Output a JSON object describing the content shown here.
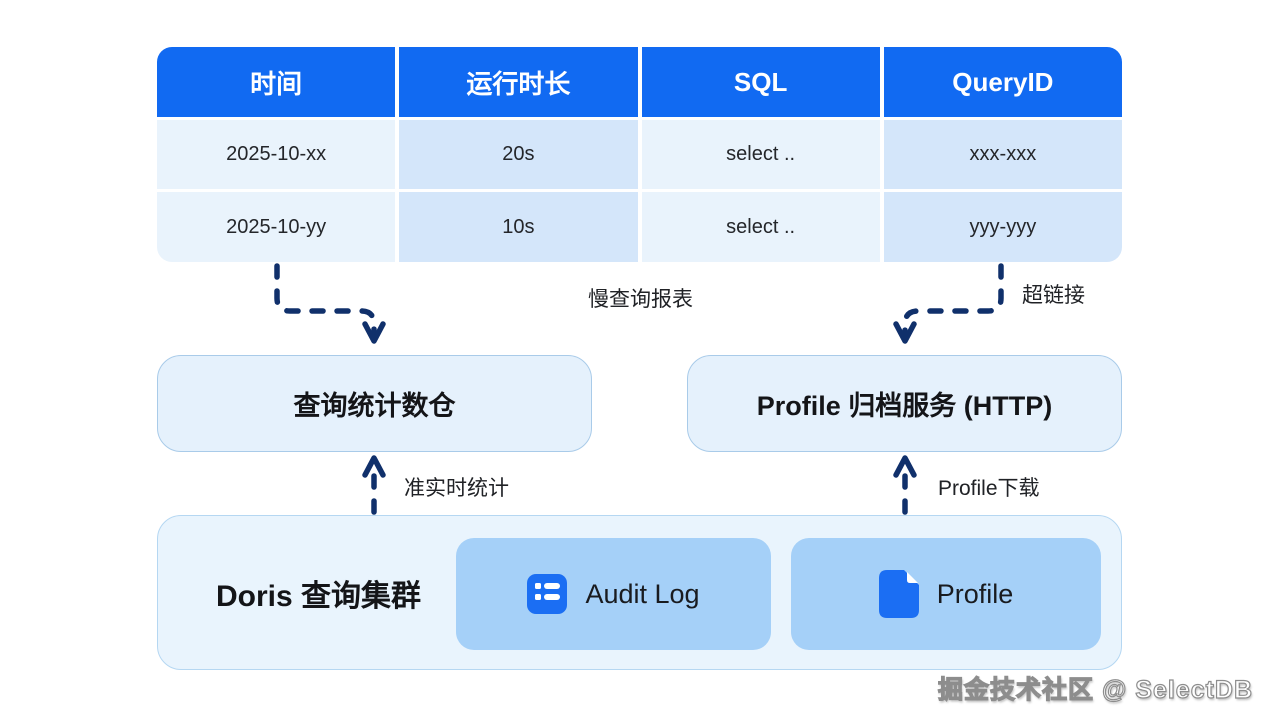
{
  "table": {
    "columns": [
      "时间",
      "运行时长",
      "SQL",
      "QueryID"
    ],
    "rows": [
      [
        "2025-10-xx",
        "20s",
        "select ..",
        "xxx-xxx"
      ],
      [
        "2025-10-yy",
        "10s",
        "select ..",
        "yyy-yyy"
      ]
    ]
  },
  "labels": {
    "slow_query_report": "慢查询报表",
    "hyperlink": "超链接",
    "near_realtime_stats": "准实时统计",
    "profile_download": "Profile下载"
  },
  "nodes": {
    "stats_warehouse": "查询统计数仓",
    "profile_archive": "Profile 归档服务 (HTTP)",
    "doris_cluster": "Doris 查询集群",
    "audit_log": "Audit Log",
    "profile": "Profile"
  },
  "icons": {
    "audit_log": "list-icon",
    "profile": "document-icon"
  },
  "watermark": "掘金技术社区 @ SelectDB",
  "colors": {
    "header_blue": "#116af2",
    "cell_light": "#e9f3fc",
    "cell_medium": "#d4e6fa",
    "node_fill": "#e5f1fc",
    "node_border": "#a9cbe9",
    "inner_box_fill": "#a5d0f8",
    "icon_blue": "#1b6ef3",
    "arrow_navy": "#10306b"
  }
}
